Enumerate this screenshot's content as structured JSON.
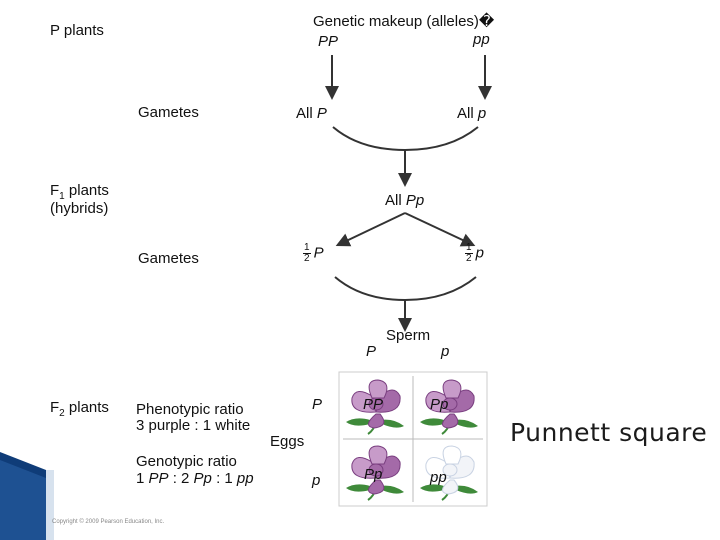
{
  "labels": {
    "p_plants": "P plants",
    "genetic_makeup": "Genetic makeup (alleles)�",
    "pp_dominant": "PP",
    "pp_recessive": "pp",
    "gametes": "Gametes",
    "all_prefix": "All",
    "allele_dominant": "P",
    "allele_recessive": "p",
    "f1_plants": "F",
    "f1_sub": "1",
    "f1_suffix": " plants",
    "hybrids": "(hybrids)",
    "all_pp_prefix": "All ",
    "all_pp_geno": "Pp",
    "gametes2": "Gametes",
    "half_num": "1",
    "half_den": "2",
    "sperm": "Sperm",
    "eggs": "Eggs",
    "f2_plants": "F",
    "f2_sub": "2",
    "f2_suffix": " plants",
    "phenotypic_ratio": "Phenotypic ratio",
    "phenotypic_values": "3 purple : 1 white",
    "genotypic_ratio": "Genotypic ratio",
    "geno_1": "1 ",
    "geno_PP": "PP",
    "geno_2": " : 2 ",
    "geno_Pp": "Pp",
    "geno_3": " : 1 ",
    "geno_pp": "pp",
    "punnett_square": "Punnett square",
    "copyright": "Copyright © 2009 Pearson Education, Inc."
  },
  "punnett": {
    "cells": [
      {
        "genotype": "PP",
        "flower": "purple"
      },
      {
        "genotype": "Pp",
        "flower": "purple"
      },
      {
        "genotype": "Pp",
        "flower": "purple"
      },
      {
        "genotype": "pp",
        "flower": "white"
      }
    ]
  },
  "colors": {
    "purple_petal": "#a46aa8",
    "purple_dark": "#7a3f80",
    "purple_light": "#c79bc9",
    "white_petal": "#f2f4f8",
    "white_shade": "#c9d3e3",
    "leaf": "#3f8a3a",
    "arrow": "#333333",
    "line": "#555555",
    "grid": "#bbbbbb",
    "bg_blue": "#0f3c78"
  }
}
